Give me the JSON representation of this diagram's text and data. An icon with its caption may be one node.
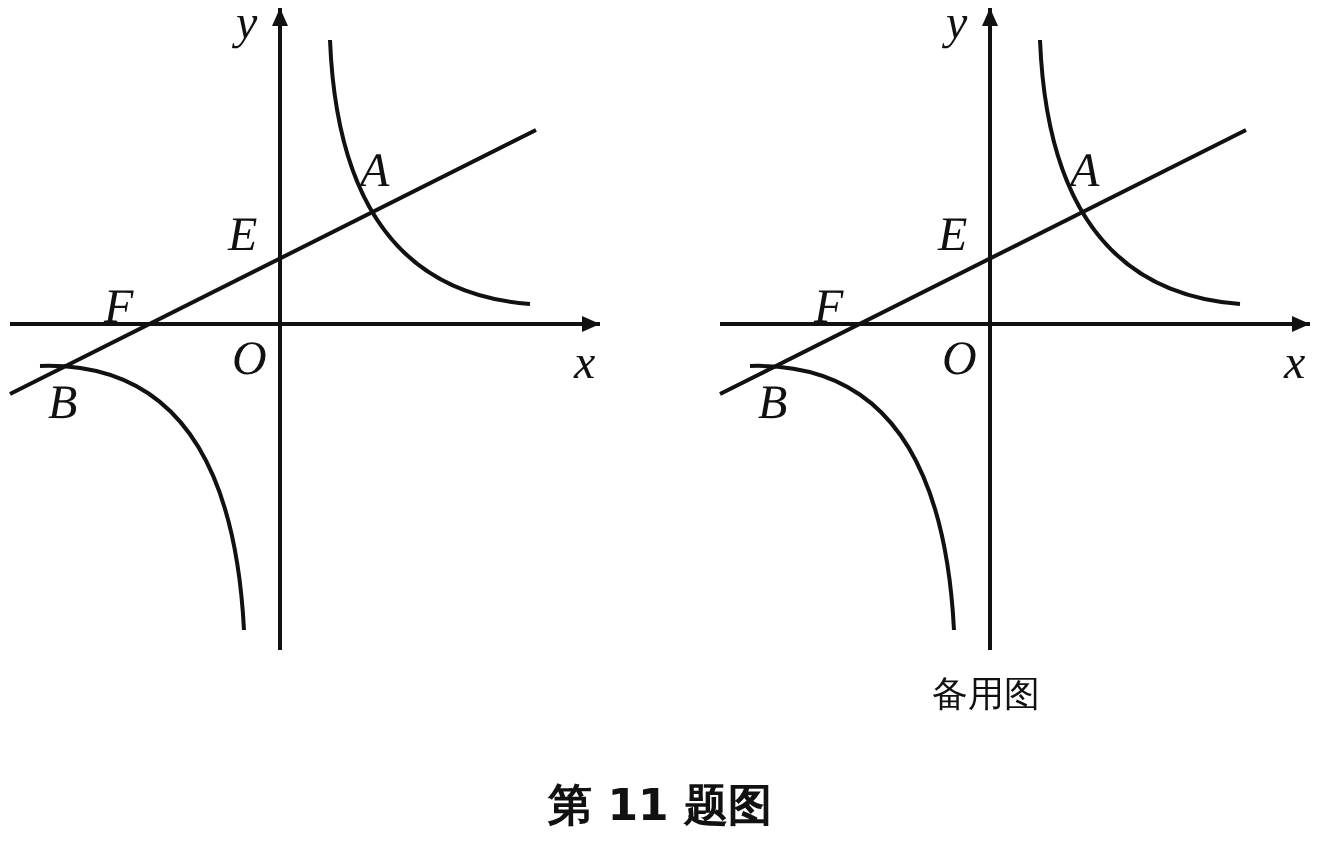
{
  "diagram": {
    "caption": "第 11 题图",
    "labels": [
      "y",
      "A",
      "E",
      "F",
      "x",
      "O",
      "B",
      "y",
      "A",
      "E",
      "F",
      "x",
      "O",
      "B",
      "备用图"
    ]
  }
}
